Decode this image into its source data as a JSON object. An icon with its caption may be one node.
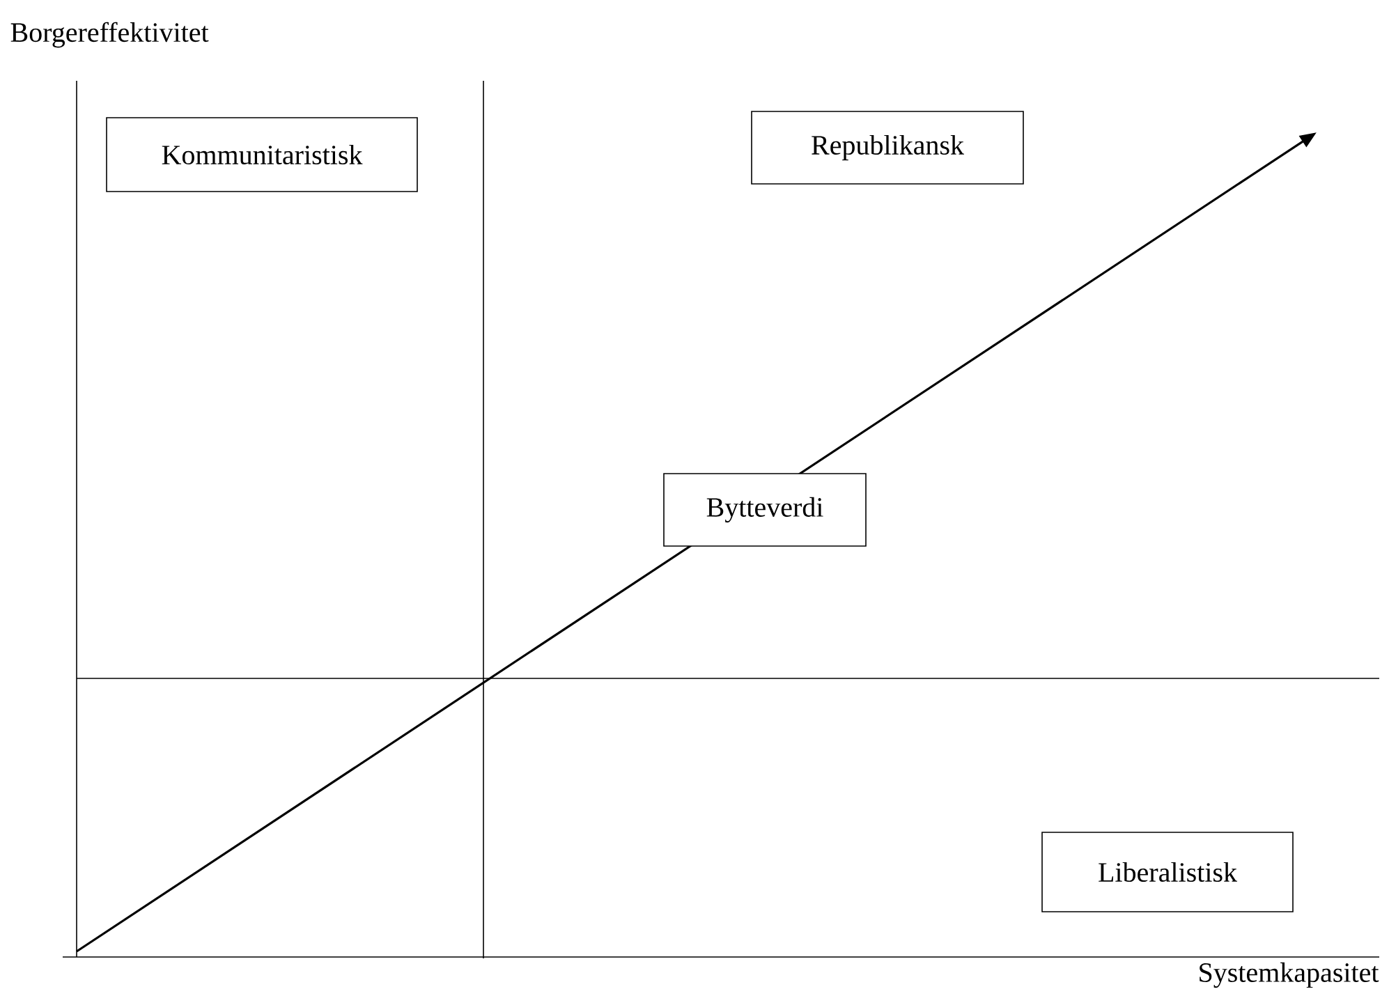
{
  "diagram": {
    "nodes": [
      {
        "text": [
          "Kommunitaristisk"
        ]
      },
      {
        "text": [
          "Republikansk"
        ]
      },
      {
        "text": [
          "Bytteverdi"
        ]
      },
      {
        "text": [
          "Liberalistisk"
        ]
      }
    ],
    "labels": [
      "Borgereffektivitet",
      "Systemkapasitet"
    ]
  }
}
